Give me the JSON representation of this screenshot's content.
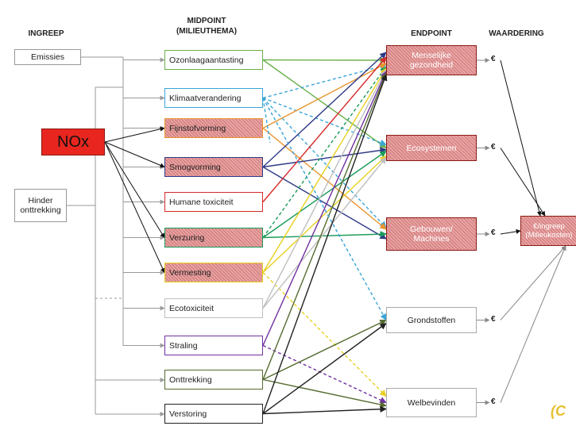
{
  "headers": {
    "ingreep": "INGREEP",
    "midpoint_line1": "MIDPOINT",
    "midpoint_line2": "(MILIEUTHEMA)",
    "endpoint": "ENDPOINT",
    "waardering": "WAARDERING"
  },
  "ingreep": {
    "emissies": "Emissies",
    "hinder_line1": "Hinder",
    "hinder_line2": "onttrekking"
  },
  "highlight": {
    "label": "NOx",
    "color": "#e8261f"
  },
  "midpoints": [
    {
      "label": "Ozonlaagaantasting",
      "border": "#6ab04c",
      "hatched": false
    },
    {
      "label": "Klimaatverandering",
      "border": "#3aa5d8",
      "hatched": false
    },
    {
      "label": "Fijnstofvorming",
      "border": "#e8952e",
      "hatched": true
    },
    {
      "label": "Smogvorming",
      "border": "#2e3a87",
      "hatched": true
    },
    {
      "label": "Humane toxiciteit",
      "border": "#d62a2a",
      "hatched": false
    },
    {
      "label": "Verzuring",
      "border": "#1a9a5a",
      "hatched": true
    },
    {
      "label": "Vermesting",
      "border": "#e8d020",
      "hatched": true
    },
    {
      "label": "Ecotoxiciteit",
      "border": "#bfbfbf",
      "hatched": false
    },
    {
      "label": "Straling",
      "border": "#7030a0",
      "hatched": false
    },
    {
      "label": "Onttrekking",
      "border": "#556b2f",
      "hatched": false
    },
    {
      "label": "Verstoring",
      "border": "#222222",
      "hatched": false
    }
  ],
  "endpoints": [
    {
      "line1": "Menselijke",
      "line2": "gezondheid",
      "hatched": true
    },
    {
      "line1": "Ecosystemen",
      "line2": "",
      "hatched": true
    },
    {
      "line1": "Gebouwen/",
      "line2": "Machines",
      "hatched": true
    },
    {
      "line1": "Grondstoffen",
      "line2": "",
      "hatched": false
    },
    {
      "line1": "Welbevinden",
      "line2": "",
      "hatched": false
    }
  ],
  "euro_symbol": "€",
  "waardering_box": {
    "line1": "€/ingreep",
    "line2": "(Milieukosten)"
  },
  "logo_text": "(C"
}
